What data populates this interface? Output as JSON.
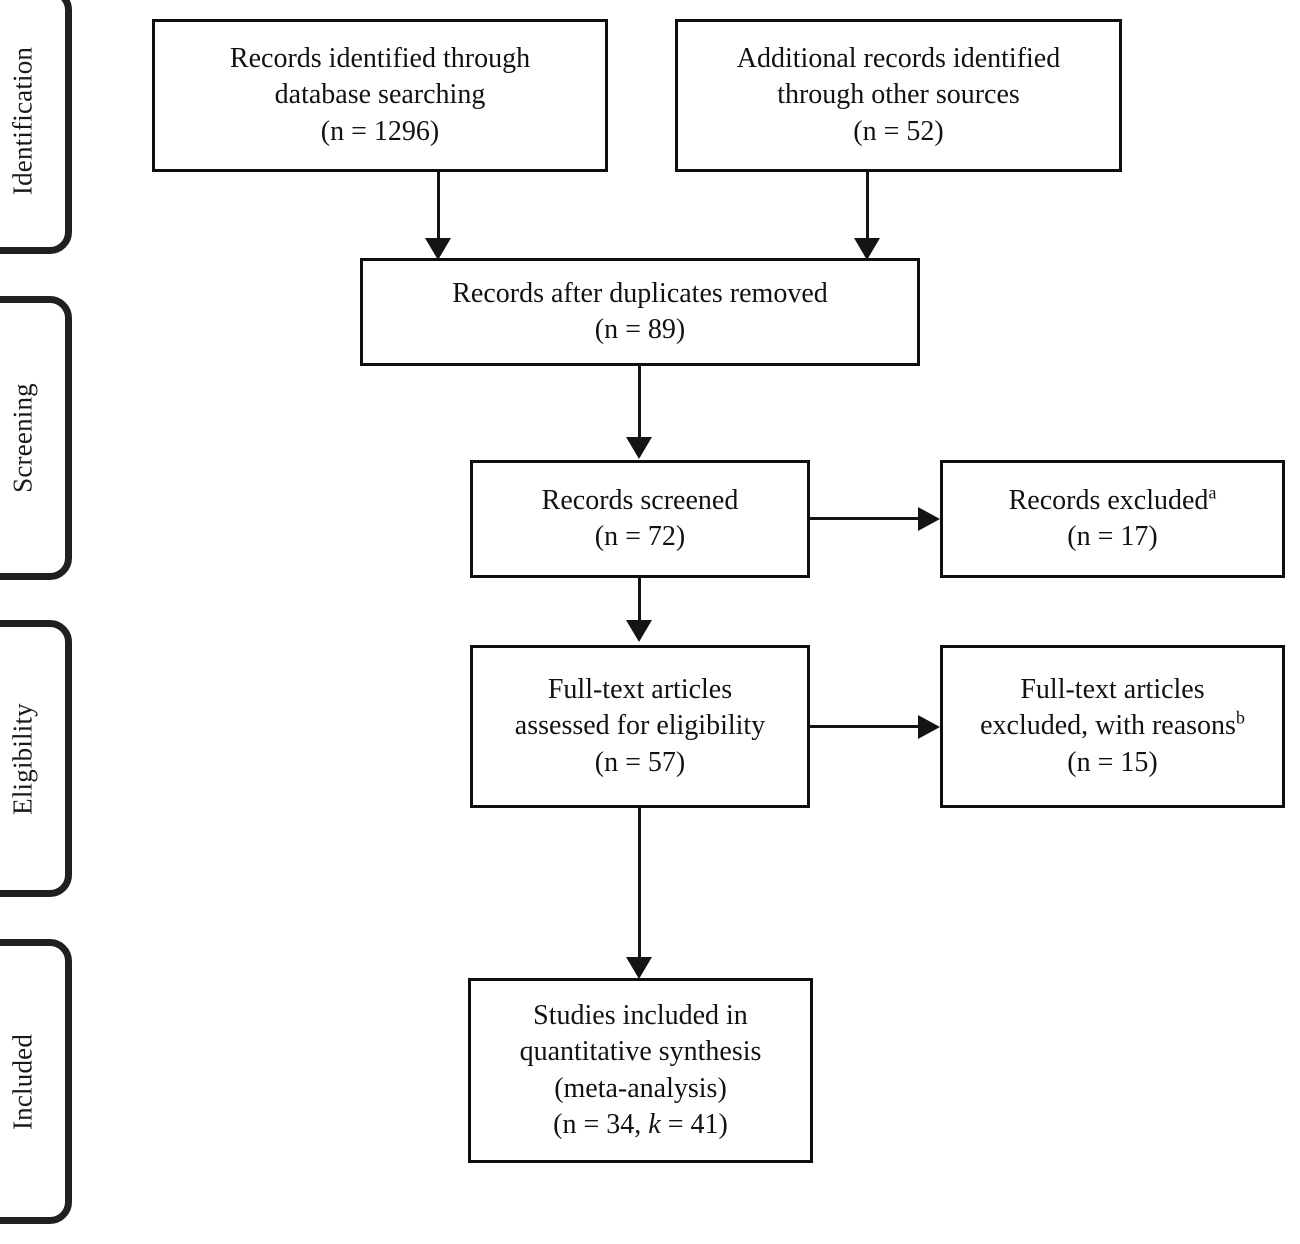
{
  "diagram": {
    "title": "PRISMA flow diagram",
    "type": "flowchart",
    "line_color": "#141414",
    "box_border_color": "#0f0f0f",
    "bracket_color": "#231f20",
    "background": "#ffffff"
  },
  "stages": [
    {
      "id": "identification",
      "label": "Identification"
    },
    {
      "id": "screening",
      "label": "Screening"
    },
    {
      "id": "eligibility",
      "label": "Eligibility"
    },
    {
      "id": "included",
      "label": "Included"
    }
  ],
  "boxes": {
    "database_search": {
      "line1": "Records identified through",
      "line2": "database searching",
      "count": "(n = 1296)"
    },
    "other_sources": {
      "line1": "Additional records identified",
      "line2": "through other sources",
      "count": "(n = 52)"
    },
    "duplicates_removed": {
      "line1": "Records after duplicates removed",
      "count": "(n = 89)"
    },
    "records_screened": {
      "line1": "Records screened",
      "count": "(n = 72)"
    },
    "records_excluded": {
      "line1": "Records excluded",
      "superscript": "a",
      "count": "(n = 17)"
    },
    "fulltext_assessed": {
      "line1": "Full-text articles",
      "line2": "assessed for eligibility",
      "count": "(n = 57)"
    },
    "fulltext_excluded": {
      "line1": "Full-text articles",
      "line2": "excluded, with reasons",
      "superscript": "b",
      "count": "(n = 15)"
    },
    "studies_included": {
      "line1": "Studies included in",
      "line2": "quantitative synthesis",
      "line3": "(meta-analysis)",
      "count_prefix": "(n = 34, ",
      "count_italic": "k",
      "count_suffix": " = 41)"
    }
  }
}
